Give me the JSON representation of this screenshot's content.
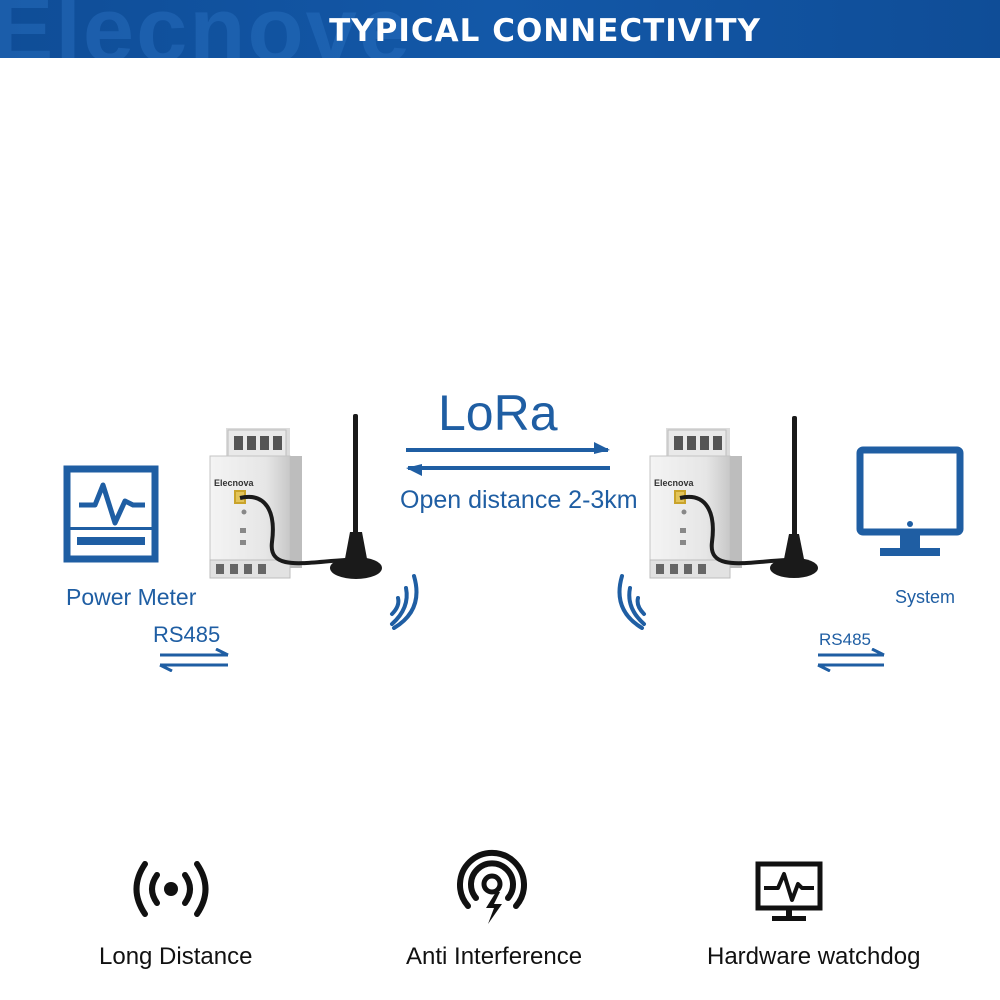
{
  "header": {
    "watermark": "Elecnove",
    "title": "TYPICAL CONNECTIVITY"
  },
  "diagram": {
    "link_label": "LoRa",
    "link_distance": "Open distance 2-3km",
    "left_device_label": "Power Meter",
    "left_protocol": "RS485",
    "right_device_label": "System",
    "right_protocol": "RS485",
    "module_brand": "Elecnova",
    "left_device_icon": "power-meter-icon",
    "right_device_icon": "monitor-icon",
    "module_icon": "lora-module-icon",
    "antenna_icon": "antenna-icon",
    "signal_icon": "signal-waves-icon",
    "arrow_icon": "bidirectional-arrow-icon"
  },
  "features": [
    {
      "label": "Long Distance",
      "icon": "broadcast-icon"
    },
    {
      "label": "Anti Interference",
      "icon": "shield-signal-icon"
    },
    {
      "label": "Hardware watchdog",
      "icon": "monitor-pulse-icon"
    }
  ],
  "colors": {
    "brand_blue": "#1f5ea3",
    "header_blue": "#1358a8",
    "module_gray": "#e4e4e4",
    "text_dark": "#111111"
  }
}
